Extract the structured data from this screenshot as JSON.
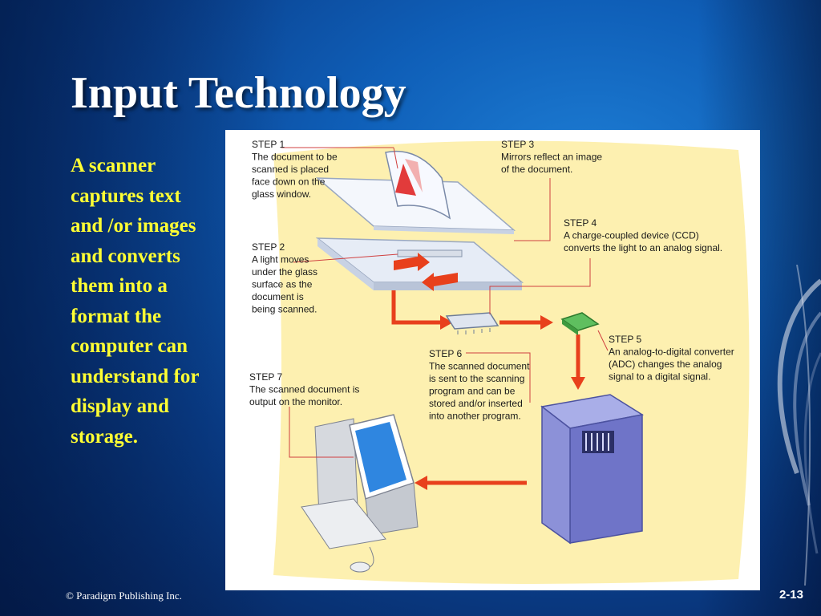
{
  "slide": {
    "title": "Input Technology",
    "body": "A scanner captures text and /or images and converts them into a format the computer can understand for display and storage.",
    "footer": "© Paradigm Publishing Inc.",
    "page_number": "2-13"
  },
  "diagram": {
    "steps": [
      {
        "label": "STEP 1",
        "lines": [
          "The document to be",
          "scanned is placed",
          "face down on the",
          "glass window."
        ]
      },
      {
        "label": "STEP 2",
        "lines": [
          "A light moves",
          "under the glass",
          "surface as the",
          "document is",
          "being scanned."
        ]
      },
      {
        "label": "STEP 3",
        "lines": [
          "Mirrors reflect an image",
          "of the document."
        ]
      },
      {
        "label": "STEP 4",
        "lines": [
          "A charge-coupled device (CCD)",
          "converts the light to an analog signal."
        ]
      },
      {
        "label": "STEP 5",
        "lines": [
          "An analog-to-digital converter",
          "(ADC) changes the analog",
          "signal to a digital signal."
        ]
      },
      {
        "label": "STEP 6",
        "lines": [
          "The scanned document",
          "is sent to the scanning",
          "program and can be",
          "stored and/or inserted",
          "into another program."
        ]
      },
      {
        "label": "STEP 7",
        "lines": [
          "The scanned document is",
          "output on the monitor."
        ]
      }
    ]
  },
  "colors": {
    "title": "#ffffff",
    "body_text": "#ffff33",
    "arrow": "#e8401c",
    "callout_line": "#d04040",
    "panel": "#fdf0b0"
  }
}
